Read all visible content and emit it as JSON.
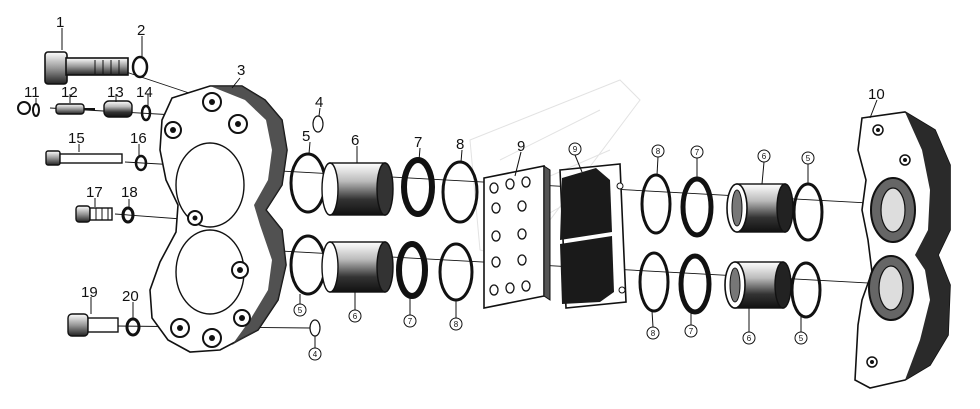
{
  "callouts": {
    "c1": "1",
    "c2": "2",
    "c3": "3",
    "c4a": "4",
    "c4b": "4",
    "c5a": "5",
    "c5b": "5",
    "c5c": "5",
    "c5d": "5",
    "c6a": "6",
    "c6b": "6",
    "c6c": "6",
    "c6d": "6",
    "c7a": "7",
    "c7b": "7",
    "c7c": "7",
    "c7d": "7",
    "c8a": "8",
    "c8b": "8",
    "c8c": "8",
    "c8d": "8",
    "c9a": "9",
    "c9b": "9",
    "c10": "10",
    "c11": "11",
    "c12": "12",
    "c13": "13",
    "c14": "14",
    "c15": "15",
    "c16": "16",
    "c17": "17",
    "c18": "18",
    "c19": "19",
    "c20": "20"
  },
  "colors": {
    "ink": "#111111",
    "paper": "#ffffff",
    "friction": "#1a1a1a"
  }
}
